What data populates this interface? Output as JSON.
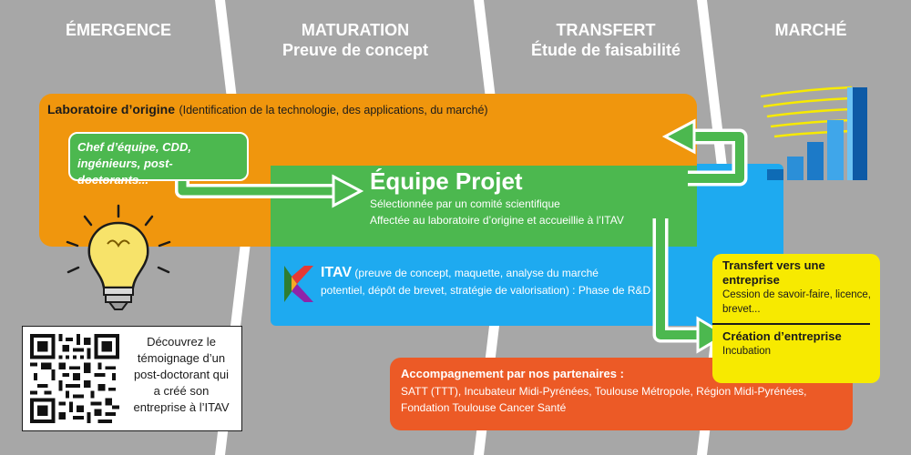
{
  "phases": [
    {
      "title": "ÉMERGENCE",
      "subtitle": ""
    },
    {
      "title": "MATURATION",
      "subtitle": "Preuve de concept"
    },
    {
      "title": "TRANSFERT",
      "subtitle": "Étude de faisabilité"
    },
    {
      "title": "MARCHÉ",
      "subtitle": ""
    }
  ],
  "laboratoire": {
    "title": "Laboratoire d’origine",
    "description": "(Identification de la technologie, des applications, du marché)"
  },
  "chef": {
    "line1": "Chef d’équipe, CDD,",
    "line2": "ingénieurs, post-doctorants..."
  },
  "equipe_projet": {
    "title": "Équipe Projet",
    "line1": "Sélectionnée par un comité scientifique",
    "line2": "Affectée au laboratoire d’origine et accueillie  à l’ITAV"
  },
  "itav": {
    "title": "ITAV",
    "line1": "(preuve de concept, maquette, analyse du marché",
    "line2": "potentiel, dépôt de brevet, stratégie de valorisation) : Phase de R&D"
  },
  "transfert": {
    "title_line1": "Transfert vers une",
    "title_line2": "entreprise",
    "line1": "Cession de savoir-faire, licence,",
    "line2": "brevet..."
  },
  "creation": {
    "title": "Création d’entreprise",
    "line1": "Incubation"
  },
  "partenaires": {
    "title": "Accompagnement par nos partenaires :",
    "line1": "SATT (TTT), Incubateur Midi-Pyrénées, Toulouse Métropole, Région Midi-Pyrénées,",
    "line2": "Fondation Toulouse Cancer Santé"
  },
  "qr_text": {
    "line1": "Découvrez le",
    "line2": "témoignage d’un",
    "line3": "post-doctorant qui",
    "line4": "a créé son",
    "line5": "entreprise à l’ITAV"
  },
  "colors": {
    "band_gray": "#a7a7a7",
    "orange": "#f0960d",
    "green": "#4cb84f",
    "blue": "#1eaaf0",
    "yellow": "#f7ea00",
    "red": "#ec5a26"
  },
  "icons": [
    "lightbulb-icon",
    "itav-logo-icon",
    "bar-chart-icon",
    "qr-code-icon"
  ]
}
